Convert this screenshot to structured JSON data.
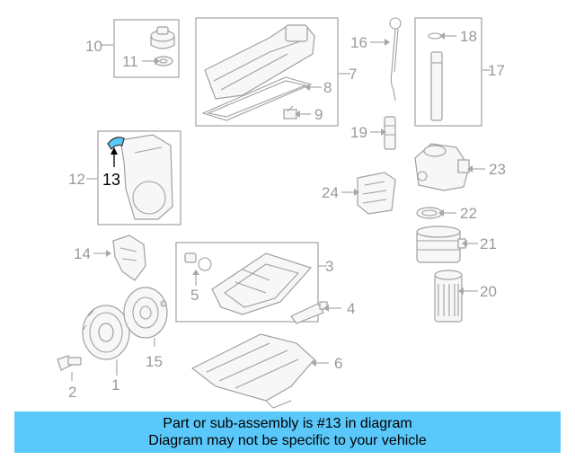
{
  "callouts": {
    "c1": "1",
    "c2": "2",
    "c3": "3",
    "c4": "4",
    "c5": "5",
    "c6": "6",
    "c7": "7",
    "c8": "8",
    "c9": "9",
    "c10": "10",
    "c11": "11",
    "c12": "12",
    "c13": "13",
    "c14": "14",
    "c15": "15",
    "c16": "16",
    "c17": "17",
    "c18": "18",
    "c19": "19",
    "c20": "20",
    "c21": "21",
    "c22": "22",
    "c23": "23",
    "c24": "24"
  },
  "highlight": {
    "part_number": "13",
    "color": "#5ac8fa"
  },
  "banner": {
    "line1": "Part or sub-assembly is #13 in diagram",
    "line2": "Diagram may not be specific to your vehicle",
    "color": "#5ac8fa"
  }
}
